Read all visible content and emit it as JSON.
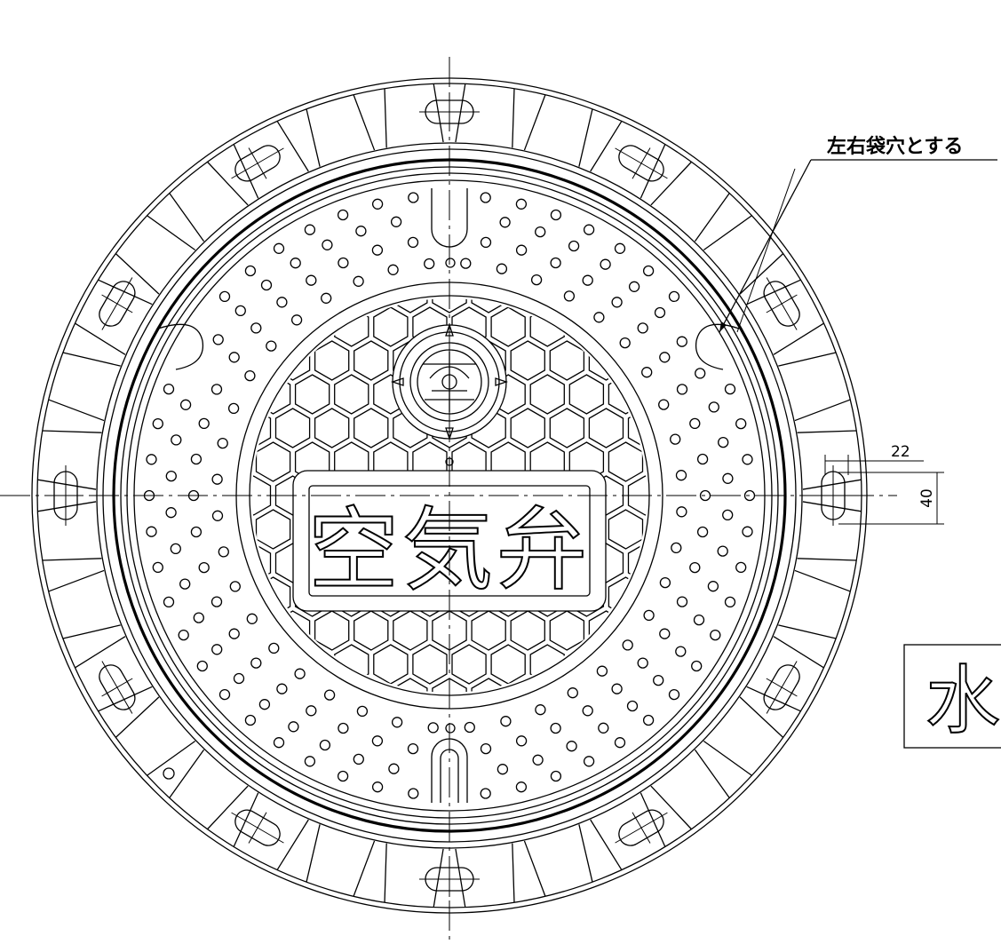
{
  "annotation": {
    "text": "左右袋穴とする"
  },
  "dimensions": {
    "hole_width": "22",
    "hole_height": "40"
  },
  "cover": {
    "title": "空気弁"
  },
  "side_mark": {
    "text": "水"
  }
}
